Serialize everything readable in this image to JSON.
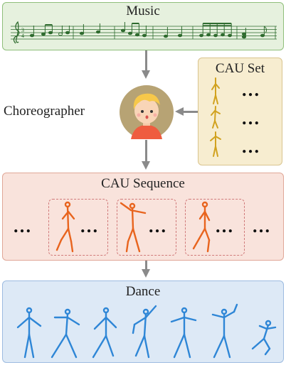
{
  "labels": {
    "music": "Music",
    "cau_set": "CAU Set",
    "choreographer": "Choreographer",
    "cau_sequence": "CAU Sequence",
    "dance": "Dance",
    "ellipsis": "…"
  },
  "colors": {
    "music_fill": "#e6f1de",
    "music_border": "#8fbf7a",
    "cau_set_fill": "#f7edd0",
    "cau_set_border": "#d9c48e",
    "sequence_fill": "#f9e3dc",
    "sequence_border": "#e0a797",
    "dance_fill": "#dde9f6",
    "dance_border": "#9cbbe0",
    "orange_figure": "#e8641e",
    "gold_figure": "#d1a21f",
    "blue_figure": "#2e86d6",
    "arrow": "#8a8a8a"
  },
  "icons": {
    "music_staff": "music-staff-icon",
    "choreographer_avatar": "choreographer-avatar-icon"
  }
}
